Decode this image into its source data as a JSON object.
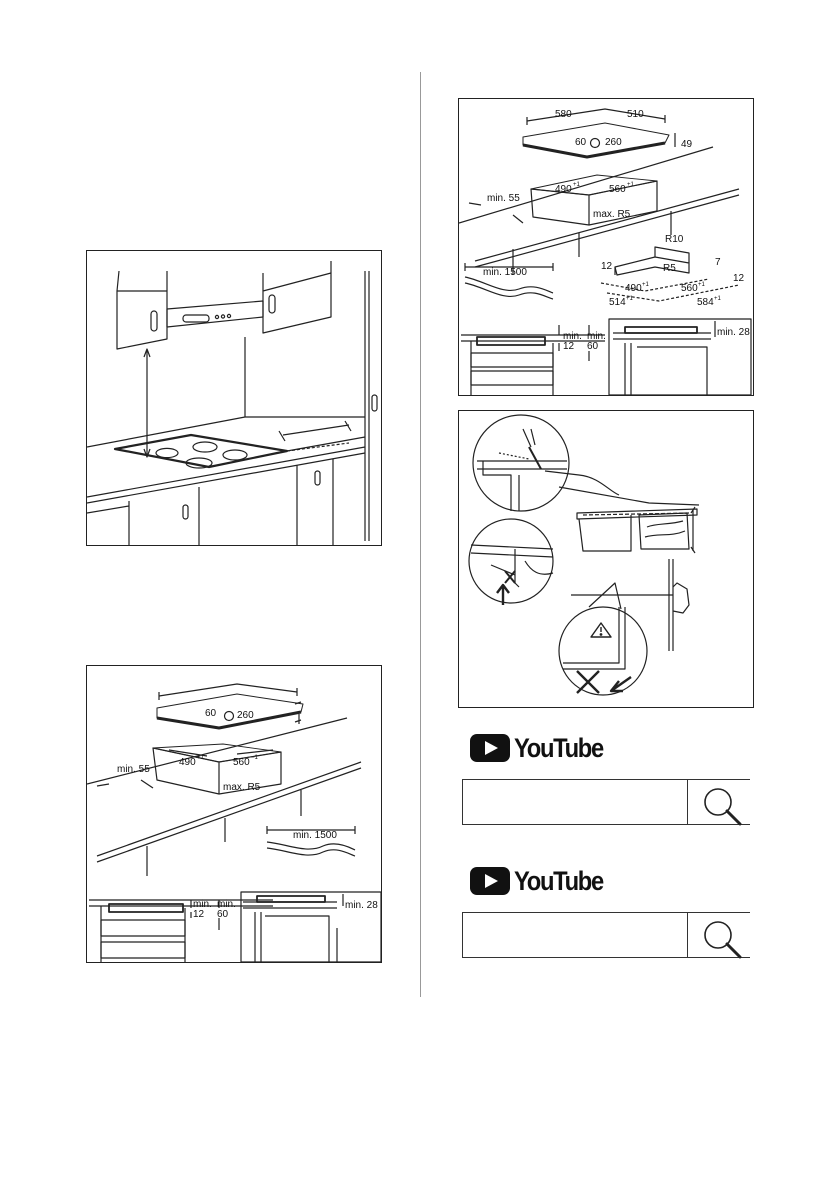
{
  "figure1": {
    "icon": "kitchen-clearance-icon"
  },
  "figure2": {
    "icon": "cutout-dimensions-icon",
    "labels": {
      "d60": "60",
      "d260": "260",
      "cut_depth": "490",
      "cut_depth_tol": "+1",
      "cut_width": "560",
      "cut_width_tol": "−1",
      "min55": "min. 55",
      "maxr5": "max. R5",
      "cable": "min. 1500",
      "min": "min.",
      "d12": "12",
      "min_b": "min.",
      "d60b": "60",
      "min28": "min. 28"
    }
  },
  "figure3": {
    "icon": "flush-mount-dimensions-icon",
    "labels": {
      "w580": "580",
      "w510": "510",
      "d60": "60",
      "d260": "260",
      "h49": "49",
      "cut_depth": "490",
      "cut_depth_tol": "+1",
      "cut_width": "560",
      "cut_width_tol": "+1",
      "min55": "min. 55",
      "maxr5": "max. R5",
      "r10": "R10",
      "r5": "R5",
      "d7": "7",
      "d12a": "12",
      "d12b": "12",
      "f490": "490",
      "f490_tol": "+1",
      "f560": "560",
      "f560_tol": "+1",
      "f514": "514",
      "f514_tol": "+1",
      "f584": "584",
      "f584_tol": "+1",
      "cable": "min. 1500",
      "min": "min.",
      "d12": "12",
      "min_b": "min.",
      "d60b": "60",
      "min28": "min. 28"
    }
  },
  "figure4": {
    "icon": "sealing-warning-icon"
  },
  "youtube": [
    {
      "logo_text": "YouTube",
      "search_value": "",
      "search_icon": "search-icon"
    },
    {
      "logo_text": "YouTube",
      "search_value": "",
      "search_icon": "search-icon"
    }
  ]
}
